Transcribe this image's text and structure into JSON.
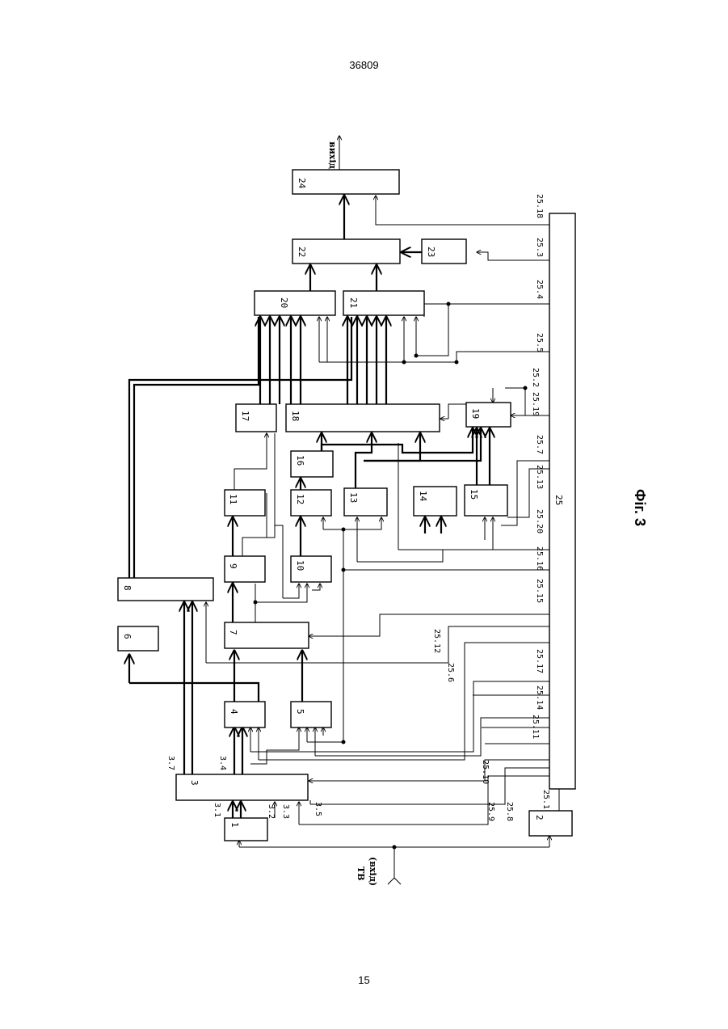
{
  "page": {
    "number_top": "36809",
    "number_bottom": "15"
  },
  "figure": {
    "caption": "Фіг. 3",
    "input_label": "ТВ",
    "input_sublabel": "(вхід)",
    "output_label": "вихід",
    "blocks": [
      "1",
      "2",
      "3",
      "4",
      "5",
      "6",
      "7",
      "8",
      "9",
      "10",
      "11",
      "12",
      "13",
      "14",
      "15",
      "16",
      "17",
      "18",
      "19",
      "20",
      "21",
      "22",
      "23",
      "24",
      "25"
    ],
    "bus_labels": [
      "25.1",
      "25.2",
      "25.3",
      "25.4",
      "25.5",
      "25.6",
      "25.7",
      "25.8",
      "25.9",
      "25.10",
      "25.11",
      "25.12",
      "25.13",
      "25.14",
      "25.15",
      "25.16",
      "25.17",
      "25.18",
      "25.19",
      "25.20"
    ],
    "port_labels": [
      "3.1",
      "3.2",
      "3.3",
      "3.4",
      "3.5",
      "3.7"
    ]
  }
}
